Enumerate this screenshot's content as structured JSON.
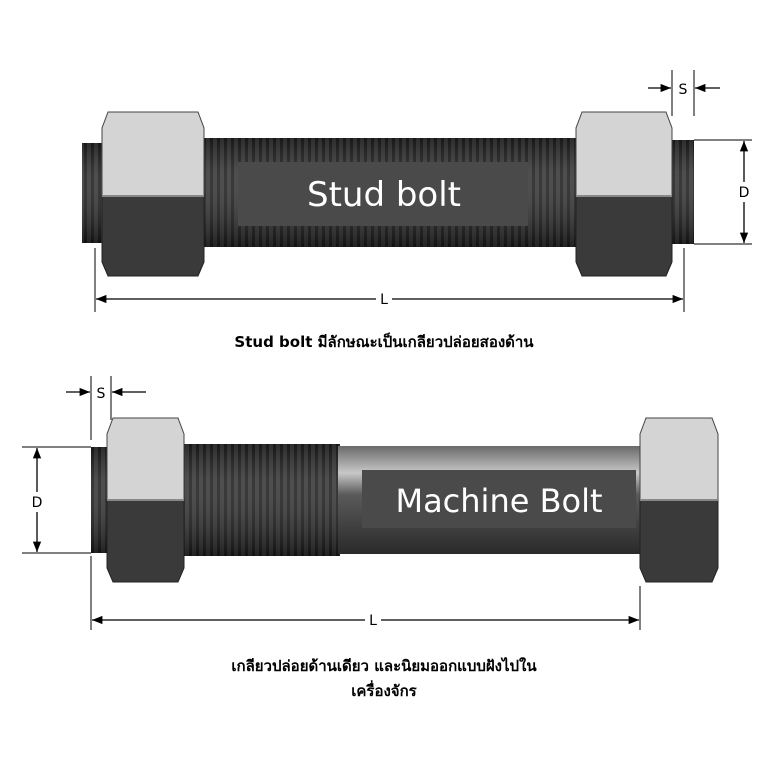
{
  "stud_bolt": {
    "title": "Stud bolt",
    "label_s": "S",
    "label_d": "D",
    "label_l": "L",
    "caption": "Stud bolt มีลักษณะเป็นเกลียวปล่อยสองด้าน"
  },
  "machine_bolt": {
    "title": "Machine Bolt",
    "label_s": "S",
    "label_d": "D",
    "label_l": "L",
    "caption_line1": "เกลียวปล่อยด้านเดียว และนิยมออกแบบฝังไปใน",
    "caption_line2": "เครื่องจักร"
  },
  "colors": {
    "nut_light": "#d4d4d4",
    "nut_dark": "#3a3a3a",
    "thread": "#2e2e2e",
    "label_box": "#4a4a4a",
    "dimension_line": "#000000"
  }
}
